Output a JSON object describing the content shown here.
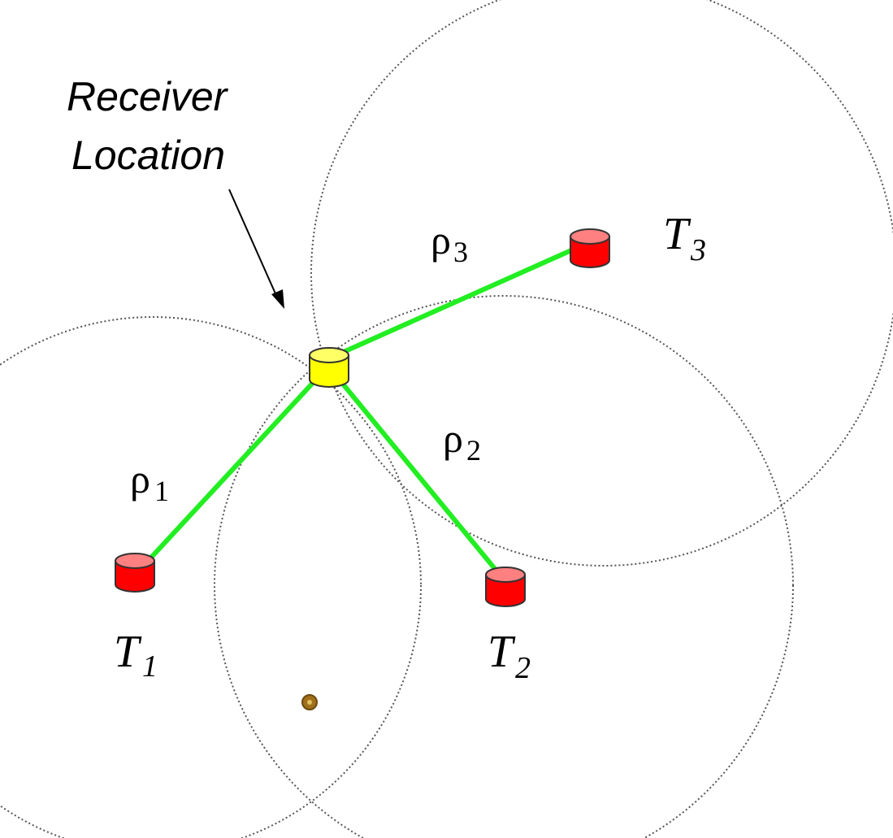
{
  "receiver": {
    "label_line1": "Receiver",
    "label_line2": "Location",
    "color": "#ffff00"
  },
  "transmitters": [
    {
      "name": "T",
      "sub": "1",
      "color": "#ff0000"
    },
    {
      "name": "T",
      "sub": "2",
      "color": "#ff0000"
    },
    {
      "name": "T",
      "sub": "3",
      "color": "#ff0000"
    }
  ],
  "ranges": [
    {
      "symbol": "ρ",
      "sub": "1"
    },
    {
      "symbol": "ρ",
      "sub": "2"
    },
    {
      "symbol": "ρ",
      "sub": "3"
    }
  ],
  "colors": {
    "range_line": "#22ee22",
    "circle": "#555555",
    "ambiguous_point": "#a0701a"
  }
}
